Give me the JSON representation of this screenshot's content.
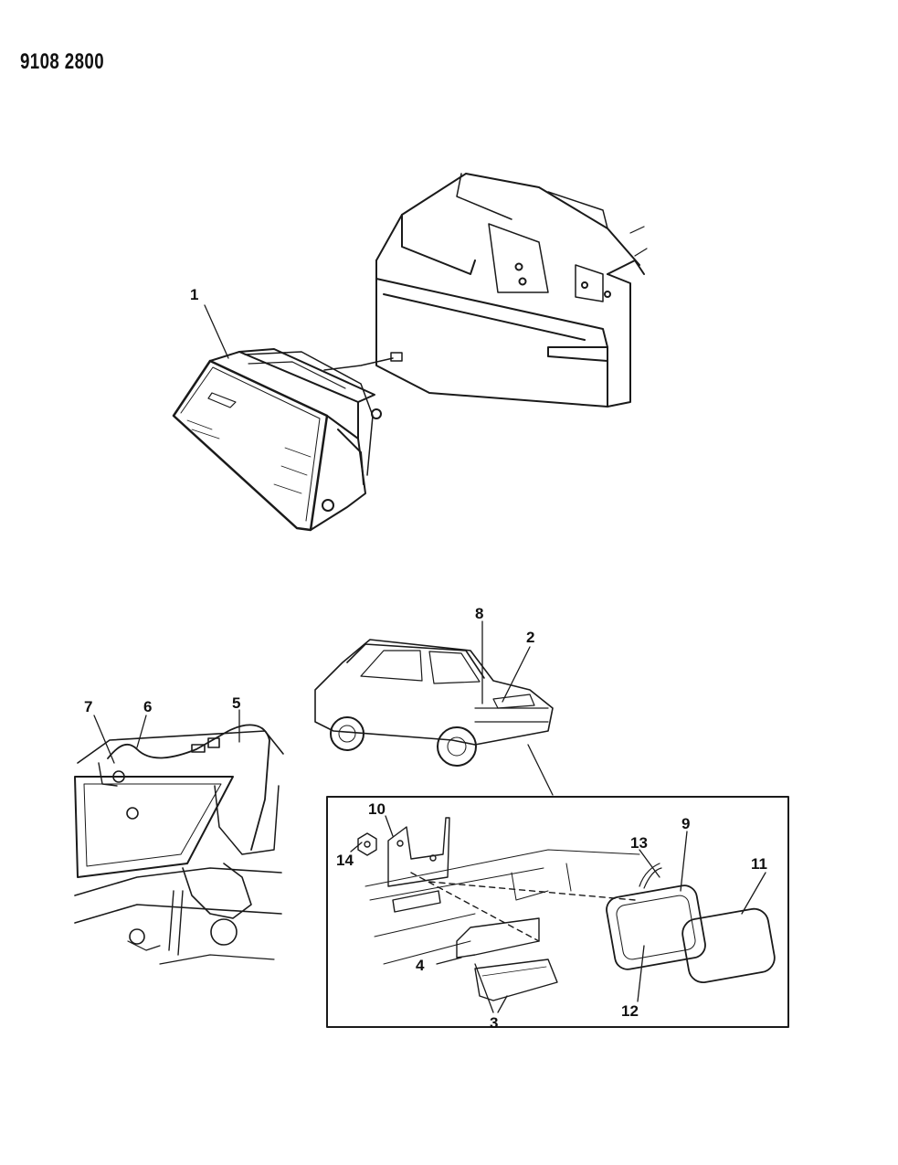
{
  "doc_id": "9108 2800",
  "callouts": {
    "c1": "1",
    "c2": "2",
    "c3": "3",
    "c4": "4",
    "c5": "5",
    "c6": "6",
    "c7": "7",
    "c8": "8",
    "c9": "9",
    "c10": "10",
    "c11": "11",
    "c12": "12",
    "c13": "13",
    "c14": "14"
  }
}
